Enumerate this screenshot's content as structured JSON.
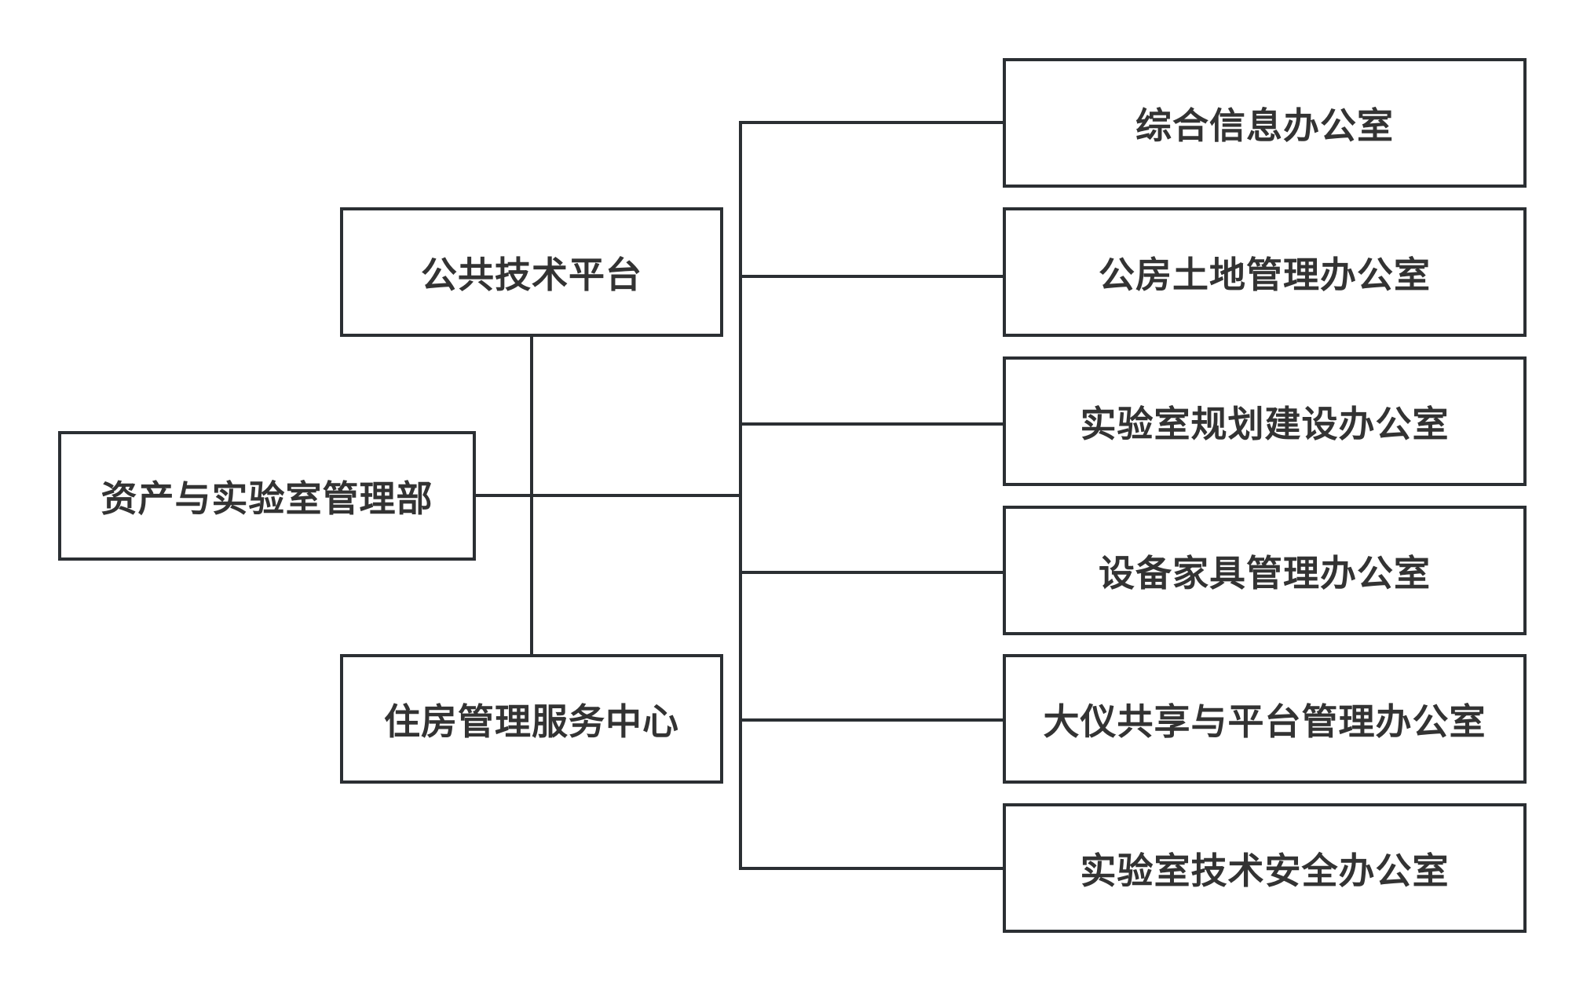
{
  "diagram": {
    "line_color": "#2b2f33",
    "text_color": "#333333",
    "root": {
      "label": "资产与实验室管理部"
    },
    "middle": [
      {
        "label": "公共技术平台"
      },
      {
        "label": "住房管理服务中心"
      }
    ],
    "offices": [
      {
        "label": "综合信息办公室"
      },
      {
        "label": "公房土地管理办公室"
      },
      {
        "label": "实验室规划建设办公室"
      },
      {
        "label": "设备家具管理办公室"
      },
      {
        "label": "大仪共享与平台管理办公室"
      },
      {
        "label": "实验室技术安全办公室"
      }
    ]
  }
}
